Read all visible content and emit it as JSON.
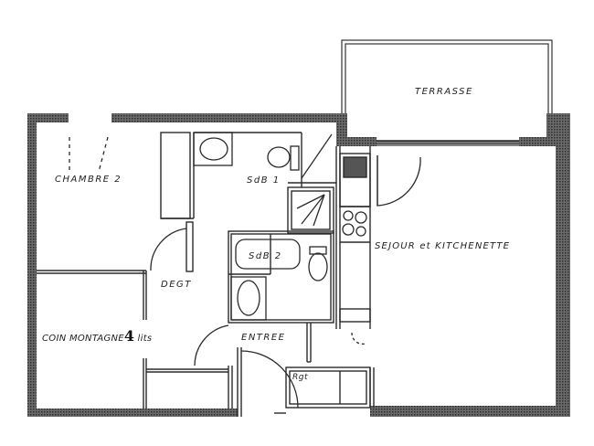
{
  "floor_plan": {
    "rooms": {
      "terrasse": "TERRASSE",
      "chambre2": "CHAMBRE 2",
      "sdb1": "SdB 1",
      "sdb2": "SdB 2",
      "degt": "DEGT",
      "sejour": "SEJOUR et KITCHENETTE",
      "coin_montagne": "COIN MONTAGNE",
      "coin_montagne_beds_number": "4",
      "coin_montagne_beds_unit": "lits",
      "entree": "ENTREE",
      "rgt": "Rgt"
    },
    "colors": {
      "wall": "#3a3a3a",
      "line": "#2a2a2a",
      "background": "#ffffff"
    }
  }
}
